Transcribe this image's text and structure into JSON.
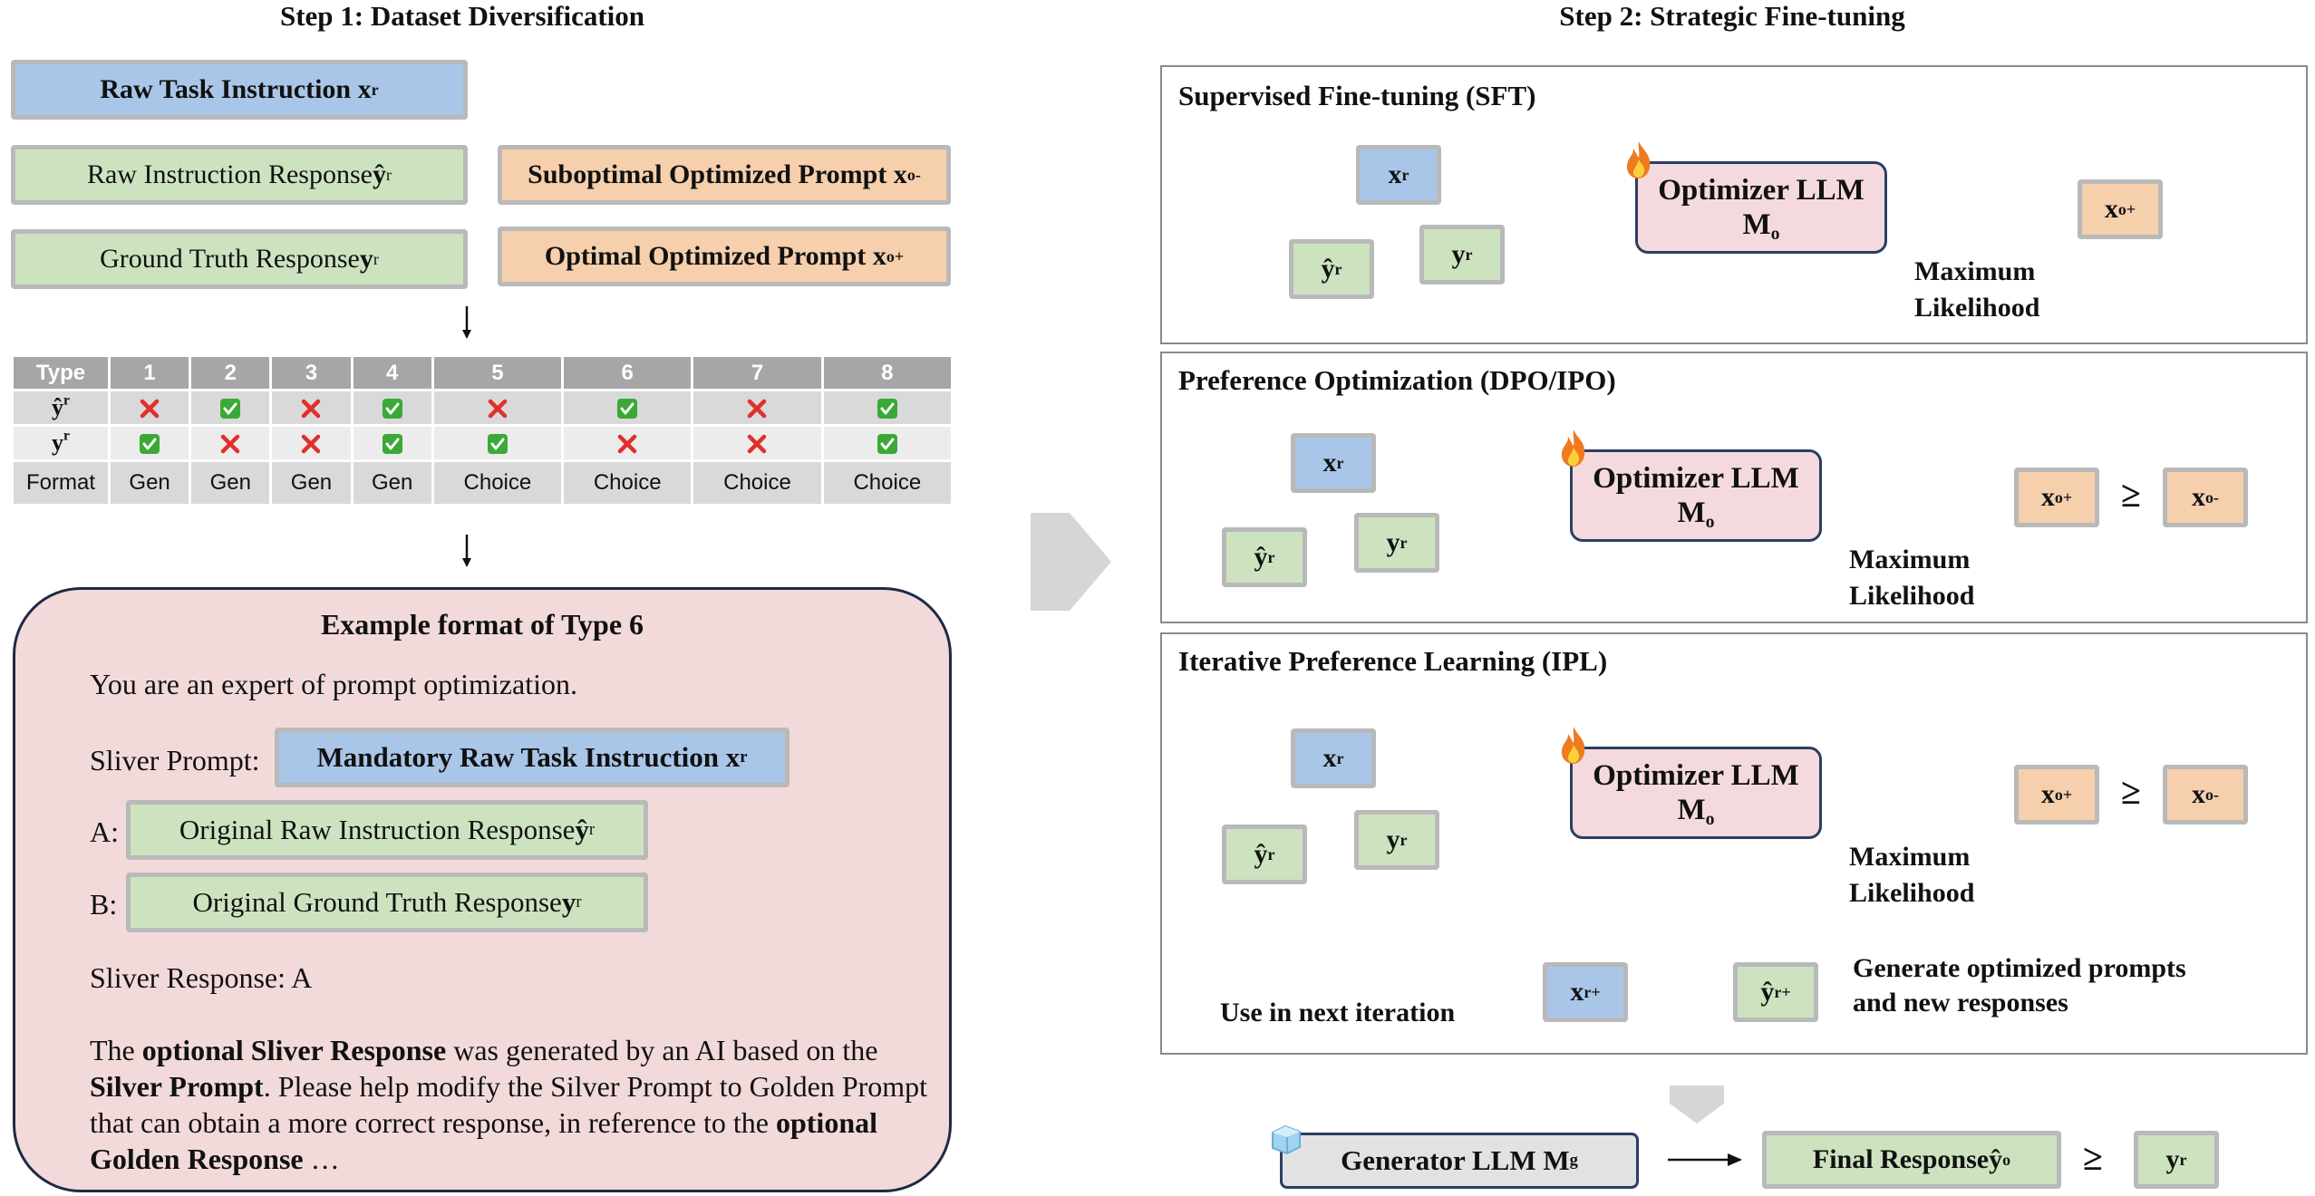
{
  "step1": {
    "title": "Step 1: Dataset Diversification",
    "raw_task_instruction": "Raw Task Instruction x",
    "raw_instruction_response": "Raw Instruction Response ",
    "suboptimal_prompt": "Suboptimal Optimized Prompt x",
    "ground_truth_response": "Ground Truth Response ",
    "optimal_prompt": "Optimal Optimized Prompt x",
    "sup_r": "r",
    "sup_o_plus": "o+",
    "sup_o_minus": "o-",
    "y_hat": "ŷ",
    "y": "y",
    "table": {
      "type_header": "Type",
      "columns": [
        "1",
        "2",
        "3",
        "4",
        "5",
        "6",
        "7",
        "8"
      ],
      "row_yhat_label": "ŷ",
      "row_y_label": "y",
      "row_yhat_marks": [
        "cross",
        "check",
        "cross",
        "check",
        "cross",
        "check",
        "cross",
        "check"
      ],
      "row_y_marks": [
        "check",
        "cross",
        "cross",
        "check",
        "check",
        "cross",
        "cross",
        "check"
      ],
      "format_label": "Format",
      "formats": [
        "Gen",
        "Gen",
        "Gen",
        "Gen",
        "Choice",
        "Choice",
        "Choice",
        "Choice"
      ]
    },
    "example": {
      "title": "Example format of Type 6",
      "intro": "You are an expert of prompt optimization.",
      "sliver_prompt_label": "Sliver Prompt:",
      "sliver_prompt_box": "Mandatory Raw Task Instruction x",
      "a_label": "A:",
      "a_box": "Original Raw Instruction Response ",
      "b_label": "B:",
      "b_box": "Original Ground Truth Response ",
      "sliver_response": "Sliver Response: A",
      "para": {
        "p1": "The ",
        "b1": "optional Sliver Response",
        "p2": " was generated by an AI based on the ",
        "b2": "Silver Prompt",
        "p3": ". Please help modify the Silver Prompt to Golden Prompt that can obtain a more correct response, in reference to the ",
        "b3": "optional Golden Response",
        "p4": " …"
      }
    }
  },
  "step2": {
    "title": "Step 2: Strategic Fine-tuning",
    "sft_title": "Supervised Fine-tuning (SFT)",
    "po_title": "Preference Optimization (DPO/IPO)",
    "ipl_title": "Iterative Preference Learning (IPL)",
    "optimizer_line1": "Optimizer LLM",
    "optimizer_line2": "M",
    "optimizer_sub": "o",
    "x": "x",
    "sup_r": "r",
    "sup_o_plus": "o+",
    "sup_o_minus": "o-",
    "sup_r_plus": "r+",
    "y_hat": "ŷ",
    "y": "y",
    "geq": "≥",
    "ml_line1": "Maximum",
    "ml_line2": "Likelihood",
    "use_next": "Use in next iteration",
    "generate_line1": "Generate optimized prompts",
    "generate_line2": "and new responses",
    "generator_label": "Generator LLM M",
    "generator_sub": "g",
    "final_response": "Final Response ",
    "final_sup": "o"
  },
  "colors": {
    "blue_box": "#a9c6e8",
    "green_box": "#cde3c0",
    "orange_box": "#f6cfad",
    "pink_box": "#f2dadb",
    "check": "#3aa936",
    "cross": "#e0302a"
  }
}
